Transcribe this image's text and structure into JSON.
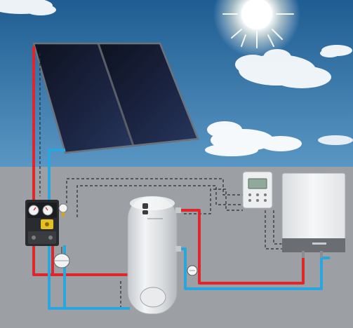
{
  "colors": {
    "sky_top": "#1f5d92",
    "sky_bottom": "#5a97c4",
    "ground": "#9c9fa3",
    "hot_pipe": "#e0262b",
    "cold_pipe": "#2aa6df",
    "signal_wire": "#2b2b2b",
    "panel_dark": "#141a28",
    "tank": "#dcdfe2",
    "boiler": "#eef0f2"
  },
  "icons": [
    "sun-icon",
    "cloud-icon",
    "pressure-gauge-icon",
    "thermometer-icon",
    "pump-icon",
    "expansion-vessel-icon",
    "control-display-icon"
  ],
  "components": {
    "collectors": {
      "count": 2
    },
    "pump_station": {
      "gauges": 2
    },
    "storage_tank": {
      "ports": 4
    },
    "controller": {
      "buttons": 6
    },
    "boiler": {
      "connections": 2
    }
  }
}
